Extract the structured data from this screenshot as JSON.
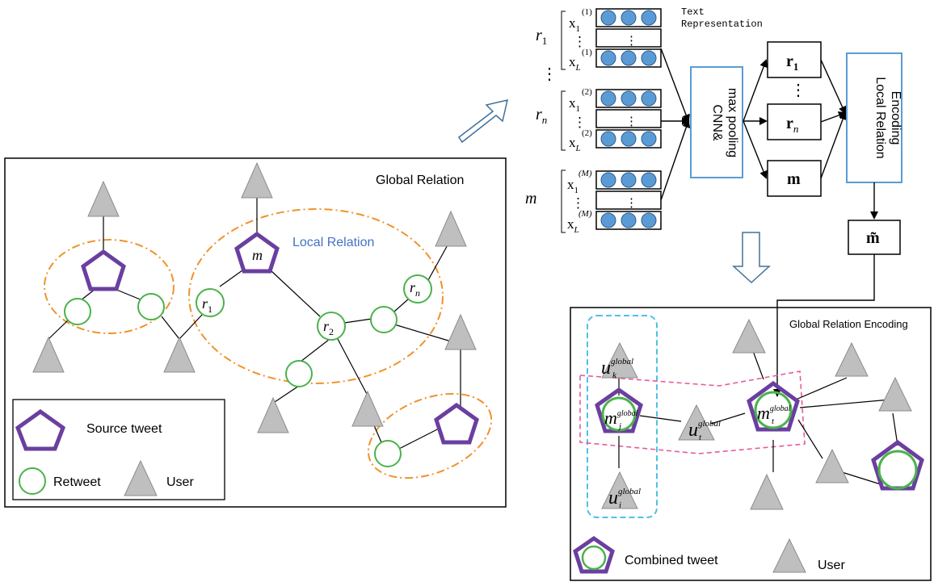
{
  "colors": {
    "purple": "#6a3fa0",
    "green": "#4bb24b",
    "orange": "#f0922b",
    "gray": "#bfbfbf",
    "blue_box": "#5b9bd5",
    "dot": "#5b9bd5",
    "cyan_dash": "#4fc0e8",
    "pink_dash": "#e85a9e",
    "local_text": "#4472c4"
  },
  "global_panel": {
    "title": "Global Relation",
    "local_label": "Local Relation",
    "node_m": "m",
    "node_r1": "r",
    "node_r1_sub": "1",
    "node_r2": "r",
    "node_r2_sub": "2",
    "node_rn": "r",
    "node_rn_sub": "n",
    "legend": {
      "source_tweet": "Source tweet",
      "retweet": "Retweet",
      "user": "User"
    }
  },
  "text_encoder": {
    "text_repr_line1": "Text",
    "text_repr_line2": "Representation",
    "groups": [
      {
        "label": "r",
        "label_sub": "1",
        "sup": "(1)"
      },
      {
        "label": "r",
        "label_sub": "n",
        "sup": "(2)"
      },
      {
        "label": "m",
        "label_sub": "",
        "sup": "(M)"
      }
    ],
    "x": "x",
    "x_sub_first": "1",
    "x_sub_last": "L",
    "vdots": "⋮",
    "cnn_line1": "CNN&",
    "cnn_line2": "max pooling",
    "out_r1": "r",
    "out_r1_sub": "1",
    "out_rn": "r",
    "out_rn_sub": "n",
    "out_m": "m",
    "local_enc_line1": "Local Relation",
    "local_enc_line2": "Encoding",
    "m_tilde": "m̃"
  },
  "global_encoding_panel": {
    "title": "Global Relation Encoding",
    "u_k": "u",
    "u_k_sub": "k",
    "u_t": "u",
    "u_t_sub": "t",
    "u_i": "u",
    "u_i_sub": "i",
    "m_j": "m",
    "m_j_sub": "j",
    "m_t": "m",
    "m_t_sub": "t",
    "sup_global": "global",
    "legend": {
      "combined_tweet": "Combined tweet",
      "user": "User"
    }
  }
}
